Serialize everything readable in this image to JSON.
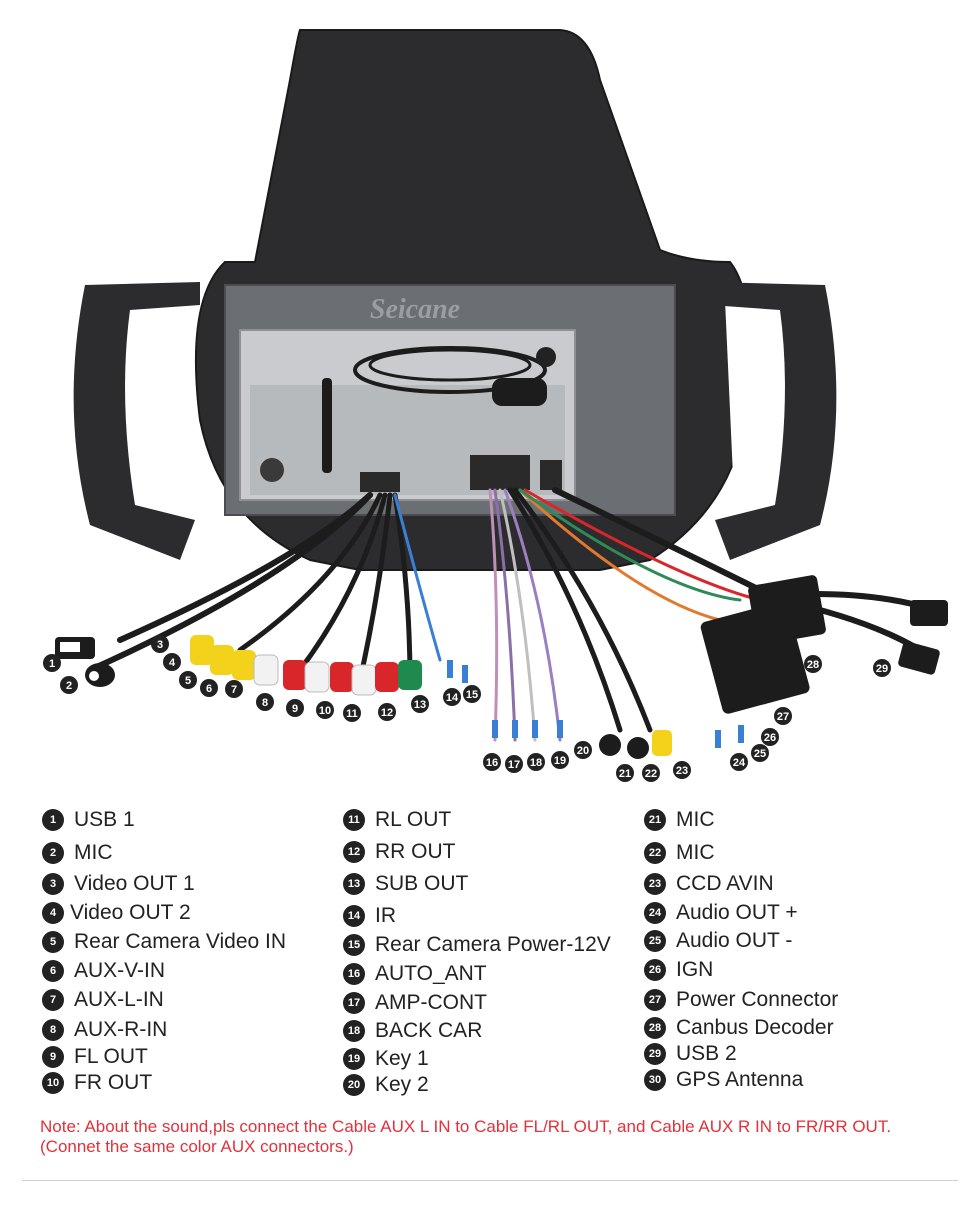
{
  "brand": {
    "watermark": "Seicane"
  },
  "colors": {
    "frame": "#2c2c2e",
    "panel": "#6b6e72",
    "unit": "#c9cbce",
    "cable": "#1c1c1c",
    "note": "#e2313a",
    "rca_yellow": "#f2d21b",
    "rca_red": "#d9262b",
    "rca_white": "#f2f2f2",
    "rca_green": "#1f8a4d",
    "pin_blue": "#3a7fd6"
  },
  "items": [
    {
      "num": "1",
      "label": "USB 1"
    },
    {
      "num": "2",
      "label": "MIC"
    },
    {
      "num": "3",
      "label": "Video OUT 1"
    },
    {
      "num": "4",
      "label": "Video OUT 2"
    },
    {
      "num": "5",
      "label": "Rear Camera Video IN"
    },
    {
      "num": "6",
      "label": "AUX-V-IN"
    },
    {
      "num": "7",
      "label": "AUX-L-IN"
    },
    {
      "num": "8",
      "label": "AUX-R-IN"
    },
    {
      "num": "9",
      "label": "FL OUT"
    },
    {
      "num": "10",
      "label": "FR OUT"
    },
    {
      "num": "11",
      "label": "RL OUT"
    },
    {
      "num": "12",
      "label": "RR OUT"
    },
    {
      "num": "13",
      "label": "SUB OUT"
    },
    {
      "num": "14",
      "label": "IR"
    },
    {
      "num": "15",
      "label": "Rear Camera Power-12V"
    },
    {
      "num": "16",
      "label": "AUTO_ANT"
    },
    {
      "num": "17",
      "label": "AMP-CONT"
    },
    {
      "num": "18",
      "label": "BACK CAR"
    },
    {
      "num": "19",
      "label": "Key 1"
    },
    {
      "num": "20",
      "label": "Key 2"
    },
    {
      "num": "21",
      "label": "MIC"
    },
    {
      "num": "22",
      "label": "MIC"
    },
    {
      "num": "23",
      "label": "CCD AVIN"
    },
    {
      "num": "24",
      "label": "Audio OUT +"
    },
    {
      "num": "25",
      "label": "Audio OUT -"
    },
    {
      "num": "26",
      "label": "IGN"
    },
    {
      "num": "27",
      "label": "Power Connector"
    },
    {
      "num": "28",
      "label": "Canbus Decoder"
    },
    {
      "num": "29",
      "label": "USB 2"
    },
    {
      "num": "30",
      "label": "GPS Antenna"
    }
  ],
  "note": "Note: About the sound,pls connect the Cable AUX L IN to Cable FL/RL OUT, and Cable AUX R IN to FR/RR OUT.(Connet the same color AUX connectors.)"
}
